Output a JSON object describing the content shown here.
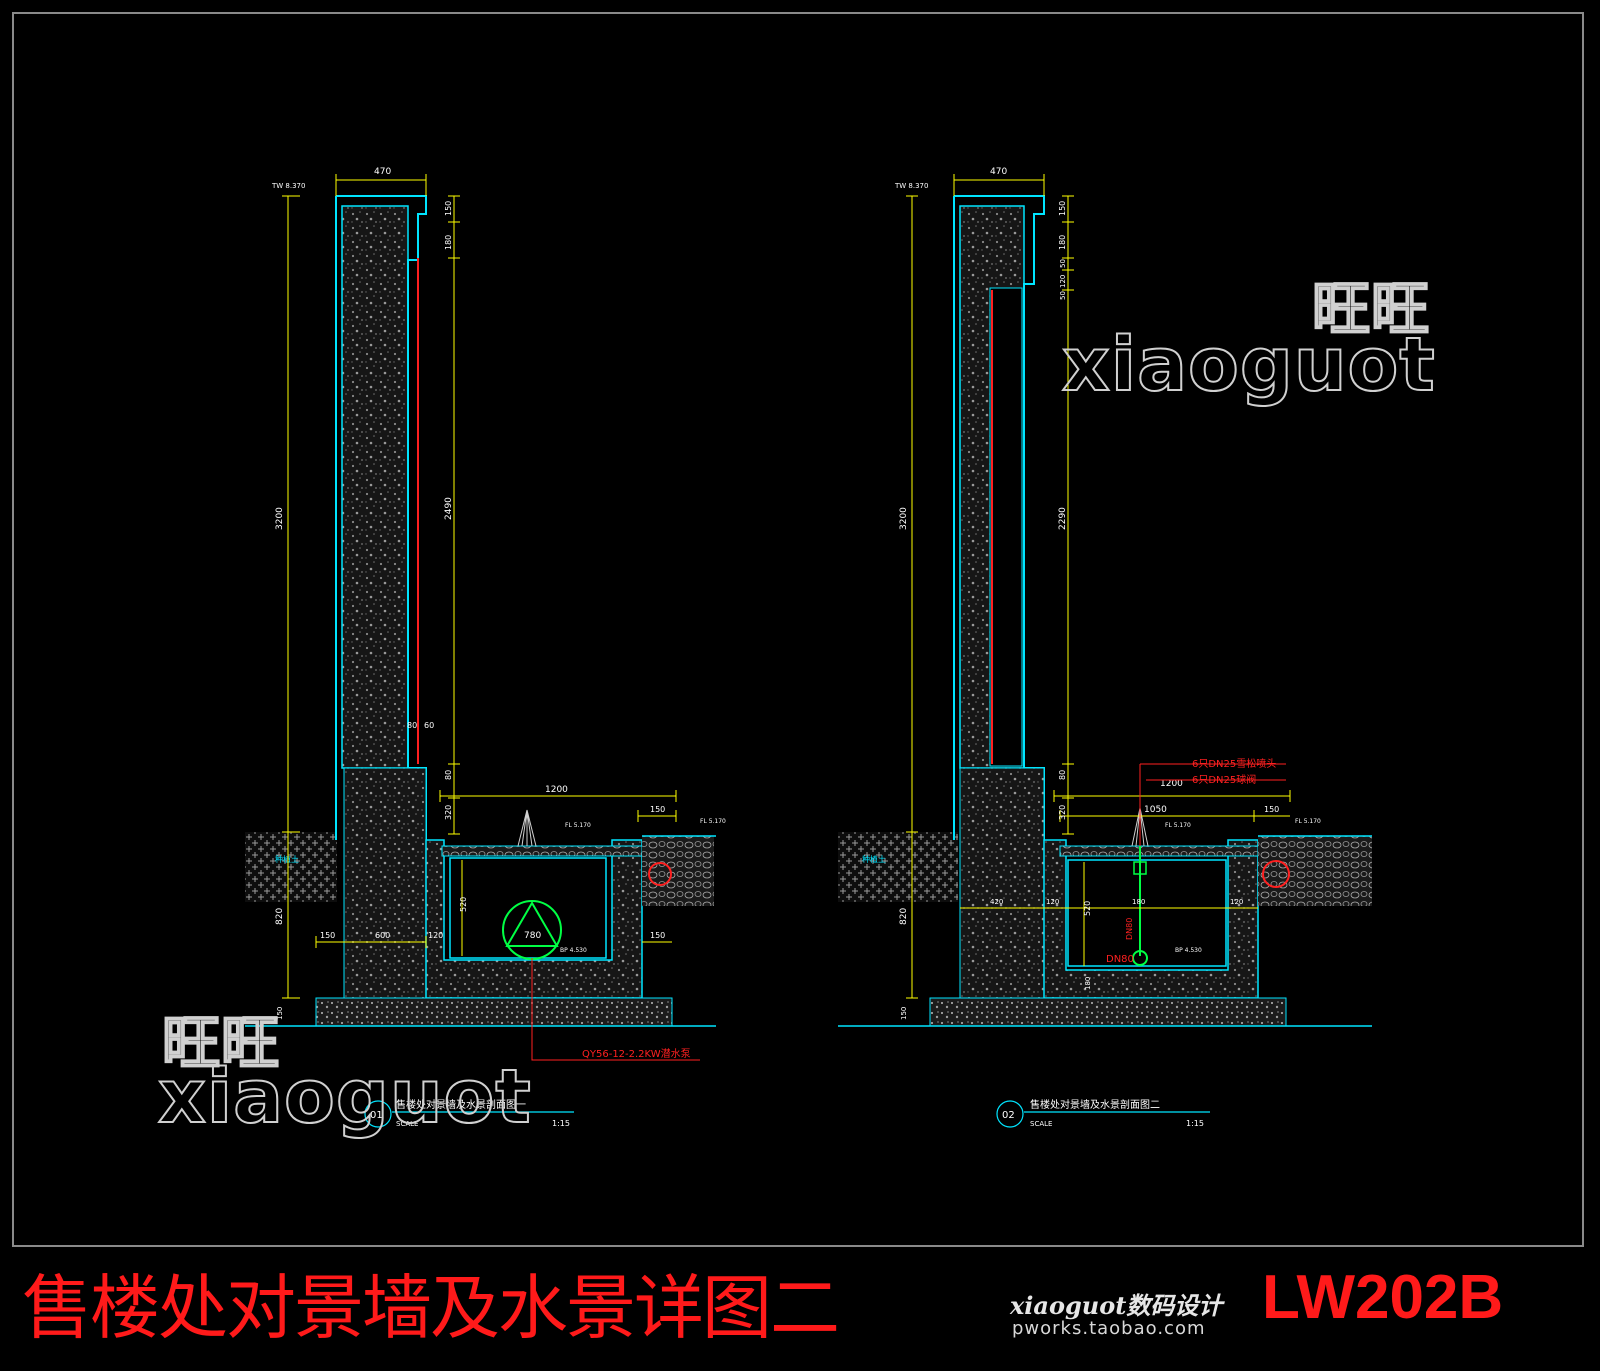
{
  "sections": [
    {
      "id": "01",
      "title": "售楼处对景墙及水景剖面图一",
      "scale_label": "SCALE",
      "scale": "1:15",
      "top_level": "TW 8.370",
      "pool_bottom_level": "BP 4.530",
      "finish_level_left": "FL 5.170",
      "finish_level_right": "FL 5.170",
      "ground_label": "种植土",
      "dims": {
        "top_width": "470",
        "wall_height": "3200",
        "lower_height": "820",
        "top_step_1": "150",
        "top_step_2": "180",
        "water_curtain": "2490",
        "gap_1": "80",
        "gap_2": "60",
        "gap_3": "80",
        "pool_edge": "320",
        "pool_width": "1200",
        "pool_rim": "150",
        "pool_depth": "520",
        "base_left": "150",
        "base_mid": "600",
        "base_wall": "120",
        "base_right": "150",
        "pump_dim": "780",
        "base_thickness": "150"
      },
      "callouts": {
        "pump": "QY56-12-2.2KW潜水泵"
      }
    },
    {
      "id": "02",
      "title": "售楼处对景墙及水景剖面图二",
      "scale_label": "SCALE",
      "scale": "1:15",
      "top_level": "TW 8.370",
      "pool_bottom_level": "BP 4.530",
      "finish_level_left": "FL 5.170",
      "finish_level_right": "FL 5.170",
      "ground_label": "种植土",
      "dims": {
        "top_width": "470",
        "wall_height": "3200",
        "lower_height": "820",
        "top_step_1": "150",
        "top_step_2": "180",
        "step_3": "50",
        "step_4": "120",
        "step_5": "50",
        "water_curtain": "2290",
        "gap": "80",
        "pool_edge": "320",
        "pool_width": "1200",
        "inner_width": "1050",
        "pool_rim": "150",
        "pool_depth": "520",
        "base_mid": "420",
        "base_wall": "120",
        "inner_small": "180",
        "base_right": "120",
        "bottom": "180",
        "base_thickness": "150",
        "pipe_vertical": "DN80",
        "pipe_label": "DN80"
      },
      "callouts": {
        "nozzle": "6只DN25雪松喷头",
        "valve": "6只DN25球阀"
      }
    }
  ],
  "watermarks": {
    "cn": "旺旺",
    "en": "xiaoguot"
  },
  "footer": {
    "title": "售楼处对景墙及水景详图二",
    "brand": "xiaoguot数码设计",
    "url": "pworks.taobao.com",
    "code": "LW202B"
  },
  "colors": {
    "background": "#000000",
    "outline": "#00e5ff",
    "dimension": "#ffff00",
    "water_pipe": "#ff2020",
    "pump": "#00ff44",
    "footer_red": "#ff1a1a"
  }
}
